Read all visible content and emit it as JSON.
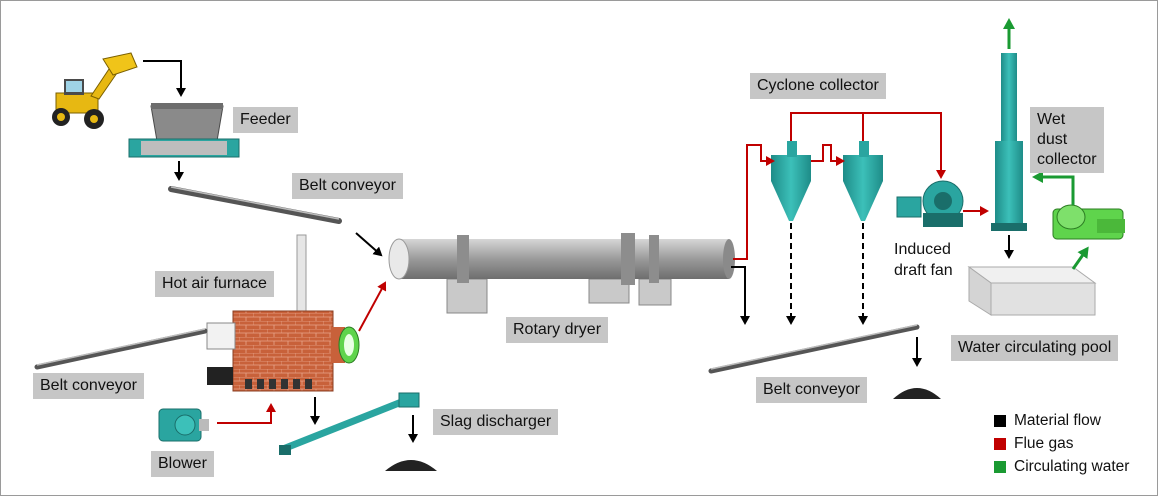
{
  "labels": {
    "feeder": "Feeder",
    "belt_conveyor_top": "Belt conveyor",
    "hot_air_furnace": "Hot air furnace",
    "belt_conveyor_left": "Belt conveyor",
    "blower": "Blower",
    "slag_discharger": "Slag discharger",
    "rotary_dryer": "Rotary dryer",
    "cyclone_collector": "Cyclone collector",
    "belt_conveyor_right": "Belt conveyor",
    "wet_dust_collector_line1": "Wet dust",
    "wet_dust_collector_line2": "collector",
    "induced_draft_fan_line1": "Induced",
    "induced_draft_fan_line2": "draft fan",
    "water_circulating_pool": "Water circulating pool"
  },
  "legend": [
    {
      "label": "Material flow",
      "color": "#000000"
    },
    {
      "label": "Flue gas",
      "color": "#c00000"
    },
    {
      "label": "Circulating water",
      "color": "#1a9a32"
    }
  ],
  "colors": {
    "equipment_teal": "#2aa5a0",
    "brick": "#c8613a",
    "dryer_gray": "#9c9c9c",
    "label_bg": "#c6c6c6"
  }
}
